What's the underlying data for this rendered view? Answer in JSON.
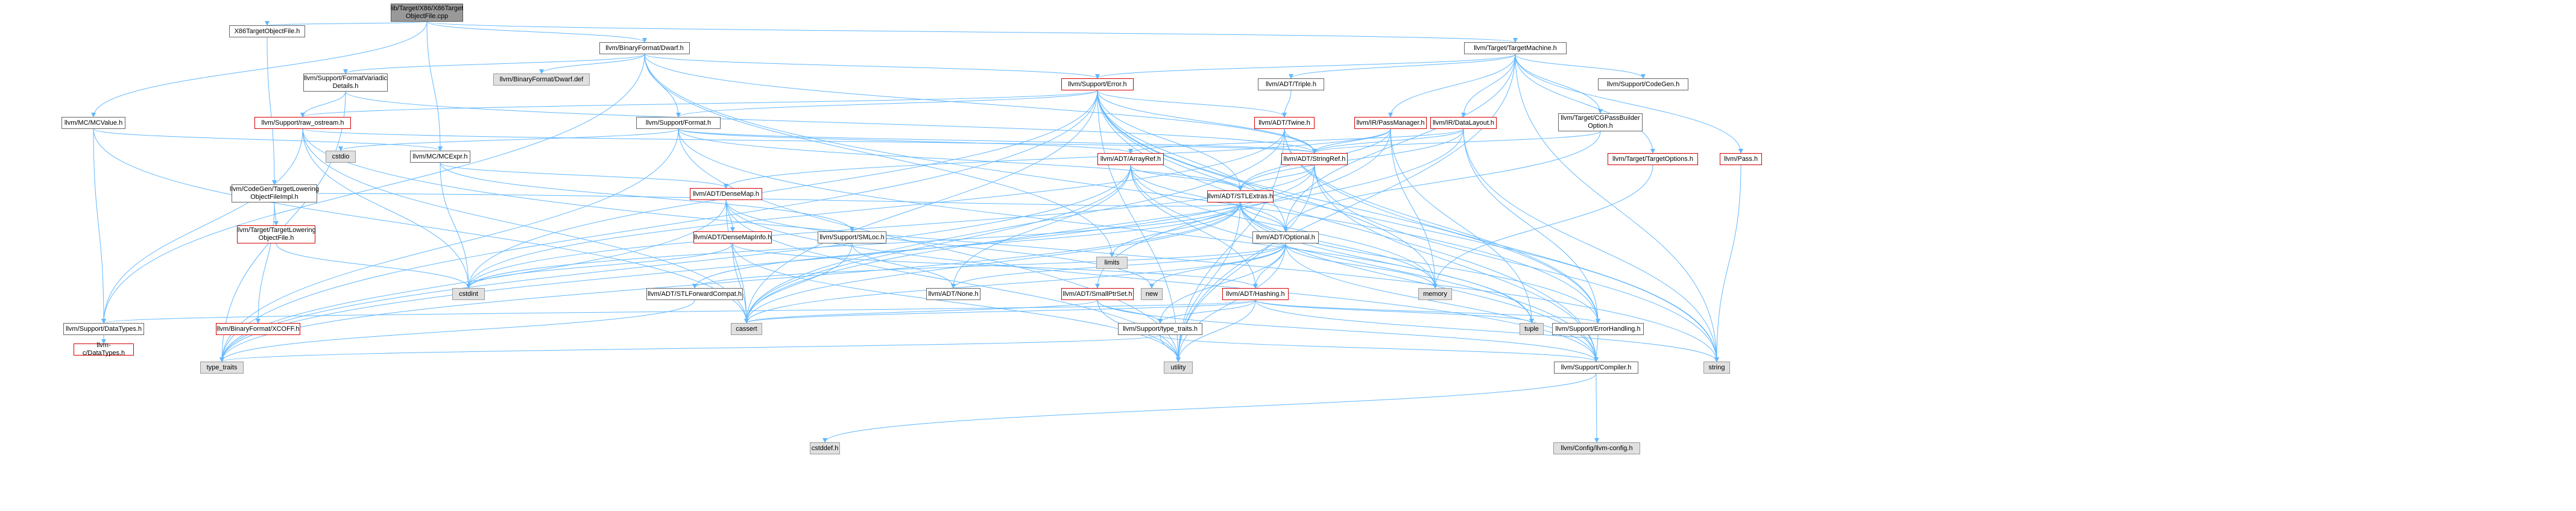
{
  "graph": {
    "root": "lib/Target/X86/X86TargetObjectFile.cpp",
    "colors": {
      "edge": "#63b8ff",
      "root_fill": "#999999",
      "node_border": "#666666",
      "truncated_border": "#d40000",
      "external_fill": "#e0e0e0"
    },
    "nodes": [
      {
        "id": "root",
        "label": "lib/Target/X86/X86Target\nObjectFile.cpp"
      },
      {
        "id": "x86tof",
        "label": "X86TargetObjectFile.h"
      },
      {
        "id": "dwarf",
        "label": "llvm/BinaryFormat/Dwarf.h"
      },
      {
        "id": "targetmachine",
        "label": "llvm/Target/TargetMachine.h"
      },
      {
        "id": "mcvalue",
        "label": "llvm/MC/MCValue.h"
      },
      {
        "id": "formatvariadic",
        "label": "llvm/Support/FormatVariadic\nDetails.h"
      },
      {
        "id": "dwarfdef",
        "label": "llvm/BinaryFormat/Dwarf.def"
      },
      {
        "id": "error",
        "label": "llvm/Support/Error.h"
      },
      {
        "id": "triple",
        "label": "llvm/ADT/Triple.h"
      },
      {
        "id": "codegen",
        "label": "llvm/Support/CodeGen.h"
      },
      {
        "id": "rawostream",
        "label": "llvm/Support/raw_ostream.h"
      },
      {
        "id": "format",
        "label": "llvm/Support/Format.h"
      },
      {
        "id": "twine",
        "label": "llvm/ADT/Twine.h"
      },
      {
        "id": "passmanager",
        "label": "llvm/IR/PassManager.h"
      },
      {
        "id": "datalayout",
        "label": "llvm/IR/DataLayout.h"
      },
      {
        "id": "cgpassbuilder",
        "label": "llvm/Target/CGPassBuilder\nOption.h"
      },
      {
        "id": "mcexpr",
        "label": "llvm/MC/MCExpr.h"
      },
      {
        "id": "cstdio",
        "label": "cstdio"
      },
      {
        "id": "arrayref",
        "label": "llvm/ADT/ArrayRef.h"
      },
      {
        "id": "stringref",
        "label": "llvm/ADT/StringRef.h"
      },
      {
        "id": "targetoptions",
        "label": "llvm/Target/TargetOptions.h"
      },
      {
        "id": "pass",
        "label": "llvm/Pass.h"
      },
      {
        "id": "cgtlof",
        "label": "llvm/CodeGen/TargetLowering\nObjectFileImpl.h"
      },
      {
        "id": "densemap",
        "label": "llvm/ADT/DenseMap.h"
      },
      {
        "id": "stlextras",
        "label": "llvm/ADT/STLExtras.h"
      },
      {
        "id": "tlof",
        "label": "llvm/Target/TargetLowering\nObjectFile.h"
      },
      {
        "id": "smloc",
        "label": "llvm/Support/SMLoc.h"
      },
      {
        "id": "densemapinfo",
        "label": "llvm/ADT/DenseMapInfo.h"
      },
      {
        "id": "limits",
        "label": "limits"
      },
      {
        "id": "optional",
        "label": "llvm/ADT/Optional.h"
      },
      {
        "id": "cstdint",
        "label": "cstdint"
      },
      {
        "id": "stlforward",
        "label": "llvm/ADT/STLForwardCompat.h"
      },
      {
        "id": "none",
        "label": "llvm/ADT/None.h"
      },
      {
        "id": "smallptrset",
        "label": "llvm/ADT/SmallPtrSet.h"
      },
      {
        "id": "hashing",
        "label": "llvm/ADT/Hashing.h"
      },
      {
        "id": "new",
        "label": "new"
      },
      {
        "id": "memory",
        "label": "memory"
      },
      {
        "id": "xcoff",
        "label": "llvm/BinaryFormat/XCOFF.h"
      },
      {
        "id": "datatypes",
        "label": "llvm/Support/DataTypes.h"
      },
      {
        "id": "cassert",
        "label": "cassert"
      },
      {
        "id": "typetraits_llvm",
        "label": "llvm/Support/type_traits.h"
      },
      {
        "id": "tuple",
        "label": "tuple"
      },
      {
        "id": "errorhandling",
        "label": "llvm/Support/ErrorHandling.h"
      },
      {
        "id": "cdatatypes",
        "label": "llvm-c/DataTypes.h"
      },
      {
        "id": "type_traits",
        "label": "type_traits"
      },
      {
        "id": "utility",
        "label": "utility"
      },
      {
        "id": "compiler",
        "label": "llvm/Support/Compiler.h"
      },
      {
        "id": "string",
        "label": "string"
      },
      {
        "id": "cstddef",
        "label": "cstddef.h"
      },
      {
        "id": "llvmconfig",
        "label": "llvm/Config/llvm-config.h"
      }
    ]
  }
}
